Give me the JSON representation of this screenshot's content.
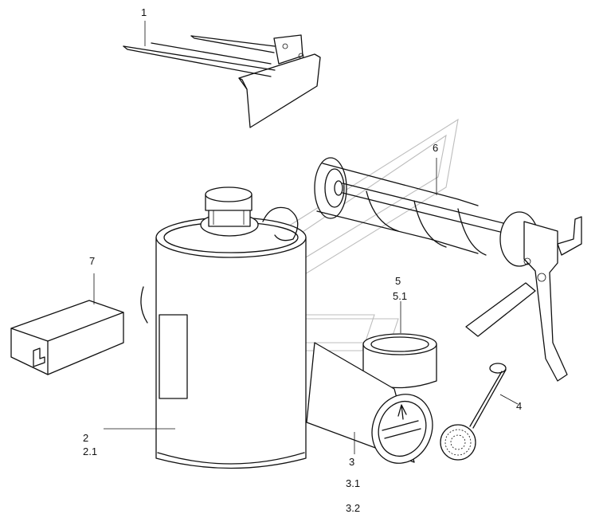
{
  "labels": {
    "l1": "1",
    "l2": "2",
    "l2_1": "2.1",
    "l3": "3",
    "l3_1": "3.1",
    "l3_2": "3.2",
    "l4": "4",
    "l5": "5",
    "l5_1": "5.1",
    "l6": "6",
    "l7": "7"
  }
}
